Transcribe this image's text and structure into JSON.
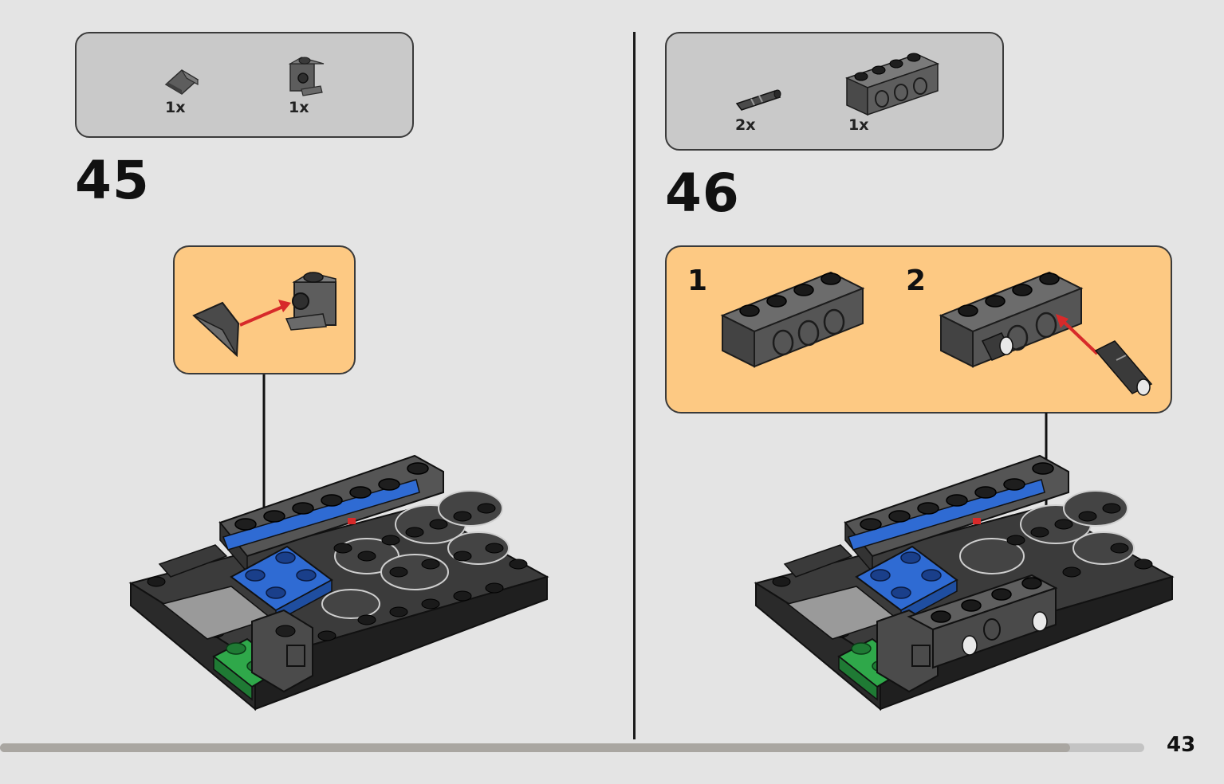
{
  "page": {
    "number": "43",
    "progress": 0.935
  },
  "step_45": {
    "number": "45",
    "parts": [
      {
        "name": "slope-piece",
        "qty": "1x"
      },
      {
        "name": "bracket-brick",
        "qty": "1x"
      }
    ]
  },
  "step_46": {
    "number": "46",
    "parts": [
      {
        "name": "technic-pin",
        "qty": "2x"
      },
      {
        "name": "technic-brick-1x4",
        "qty": "1x"
      }
    ],
    "substeps": [
      "1",
      "2"
    ]
  },
  "colors": {
    "callout": "#fdc983",
    "parts_box": "#c9c9c9",
    "dark_gray": "#5d5d5d",
    "blue": "#2f6bd3",
    "green": "#2fa84a",
    "arrow_red": "#d72a2a"
  }
}
